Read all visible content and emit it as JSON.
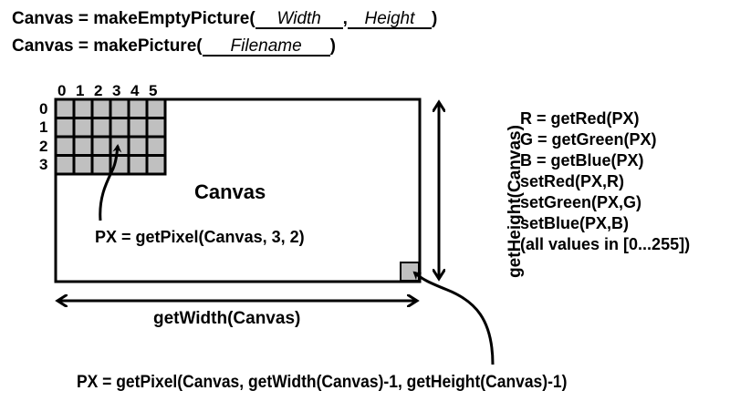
{
  "constructors": {
    "empty_picture": {
      "prefix": "Canvas = makeEmptyPicture(",
      "arg1": "Width",
      "separator": ",",
      "arg2": "Height",
      "suffix": ")"
    },
    "make_picture": {
      "prefix": "Canvas = makePicture(",
      "arg1": "Filename",
      "suffix": ")"
    }
  },
  "grid": {
    "column_labels": [
      "0",
      "1",
      "2",
      "3",
      "4",
      "5"
    ],
    "row_labels": [
      "0",
      "1",
      "2",
      "3"
    ],
    "cell_color": "#c0c0c0"
  },
  "canvas": {
    "label": "Canvas",
    "width_label": "getWidth(Canvas)",
    "height_label": "getHeight(Canvas)",
    "pixel_example": "PX = getPixel(Canvas, 3, 2)",
    "last_pixel_example": "PX = getPixel(Canvas, getWidth(Canvas)-1, getHeight(Canvas)-1)"
  },
  "color_functions": [
    "R = getRed(PX)",
    "G = getGreen(PX)",
    "B = getBlue(PX)",
    "setRed(PX,R)",
    "setGreen(PX,G)",
    "setBlue(PX,B)",
    "(all values in [0...255])"
  ]
}
